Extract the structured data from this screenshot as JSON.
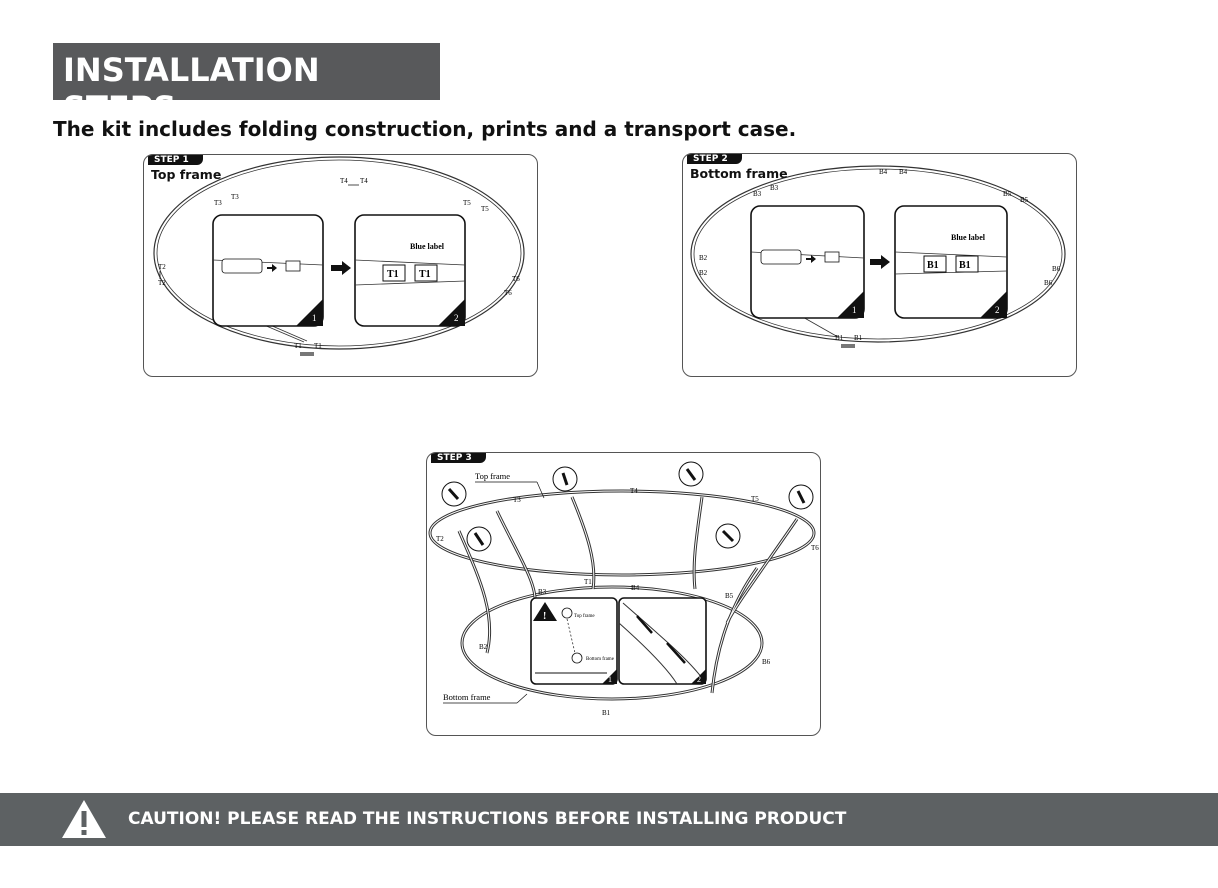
{
  "header": {
    "title": "INSTALLATION STEPS",
    "subtitle": "The kit includes folding construction, prints and a transport case."
  },
  "step1": {
    "tag": "STEP 1",
    "title": "Top frame",
    "labels": [
      "T1",
      "T1",
      "T2",
      "T2",
      "T3",
      "T3",
      "T4",
      "T4",
      "T5",
      "T5",
      "T6",
      "T6"
    ],
    "blue_label": "Blue label",
    "insets": [
      "1",
      "2"
    ],
    "chips": [
      "T1",
      "T1"
    ]
  },
  "step2": {
    "tag": "STEP 2",
    "title": "Bottom frame",
    "labels": [
      "B1",
      "B1",
      "B2",
      "B2",
      "B3",
      "B3",
      "B4",
      "B4",
      "B5",
      "B5",
      "B6",
      "B6"
    ],
    "blue_label": "Blue label",
    "insets": [
      "1",
      "2"
    ],
    "chips": [
      "B1",
      "B1"
    ]
  },
  "step3": {
    "tag": "STEP 3",
    "top_frame": "Top frame",
    "bottom_frame": "Bottom frame",
    "labels": [
      "T2",
      "T3",
      "T4",
      "T5",
      "T6",
      "T1",
      "B1",
      "B2",
      "B3",
      "B4",
      "B5",
      "B6"
    ],
    "inset1": {
      "top": "Top frame",
      "bottom": "Bottom frame",
      "num": "1"
    },
    "inset2": {
      "num": "2"
    }
  },
  "footer": {
    "caution": "CAUTION!  PLEASE READ THE INSTRUCTIONS BEFORE INSTALLING PRODUCT"
  },
  "colors": {
    "bar": "#58595b",
    "footer": "#5d6163"
  },
  "icons": [
    "warning-triangle-icon",
    "screw-icon",
    "arrow-right-icon"
  ]
}
